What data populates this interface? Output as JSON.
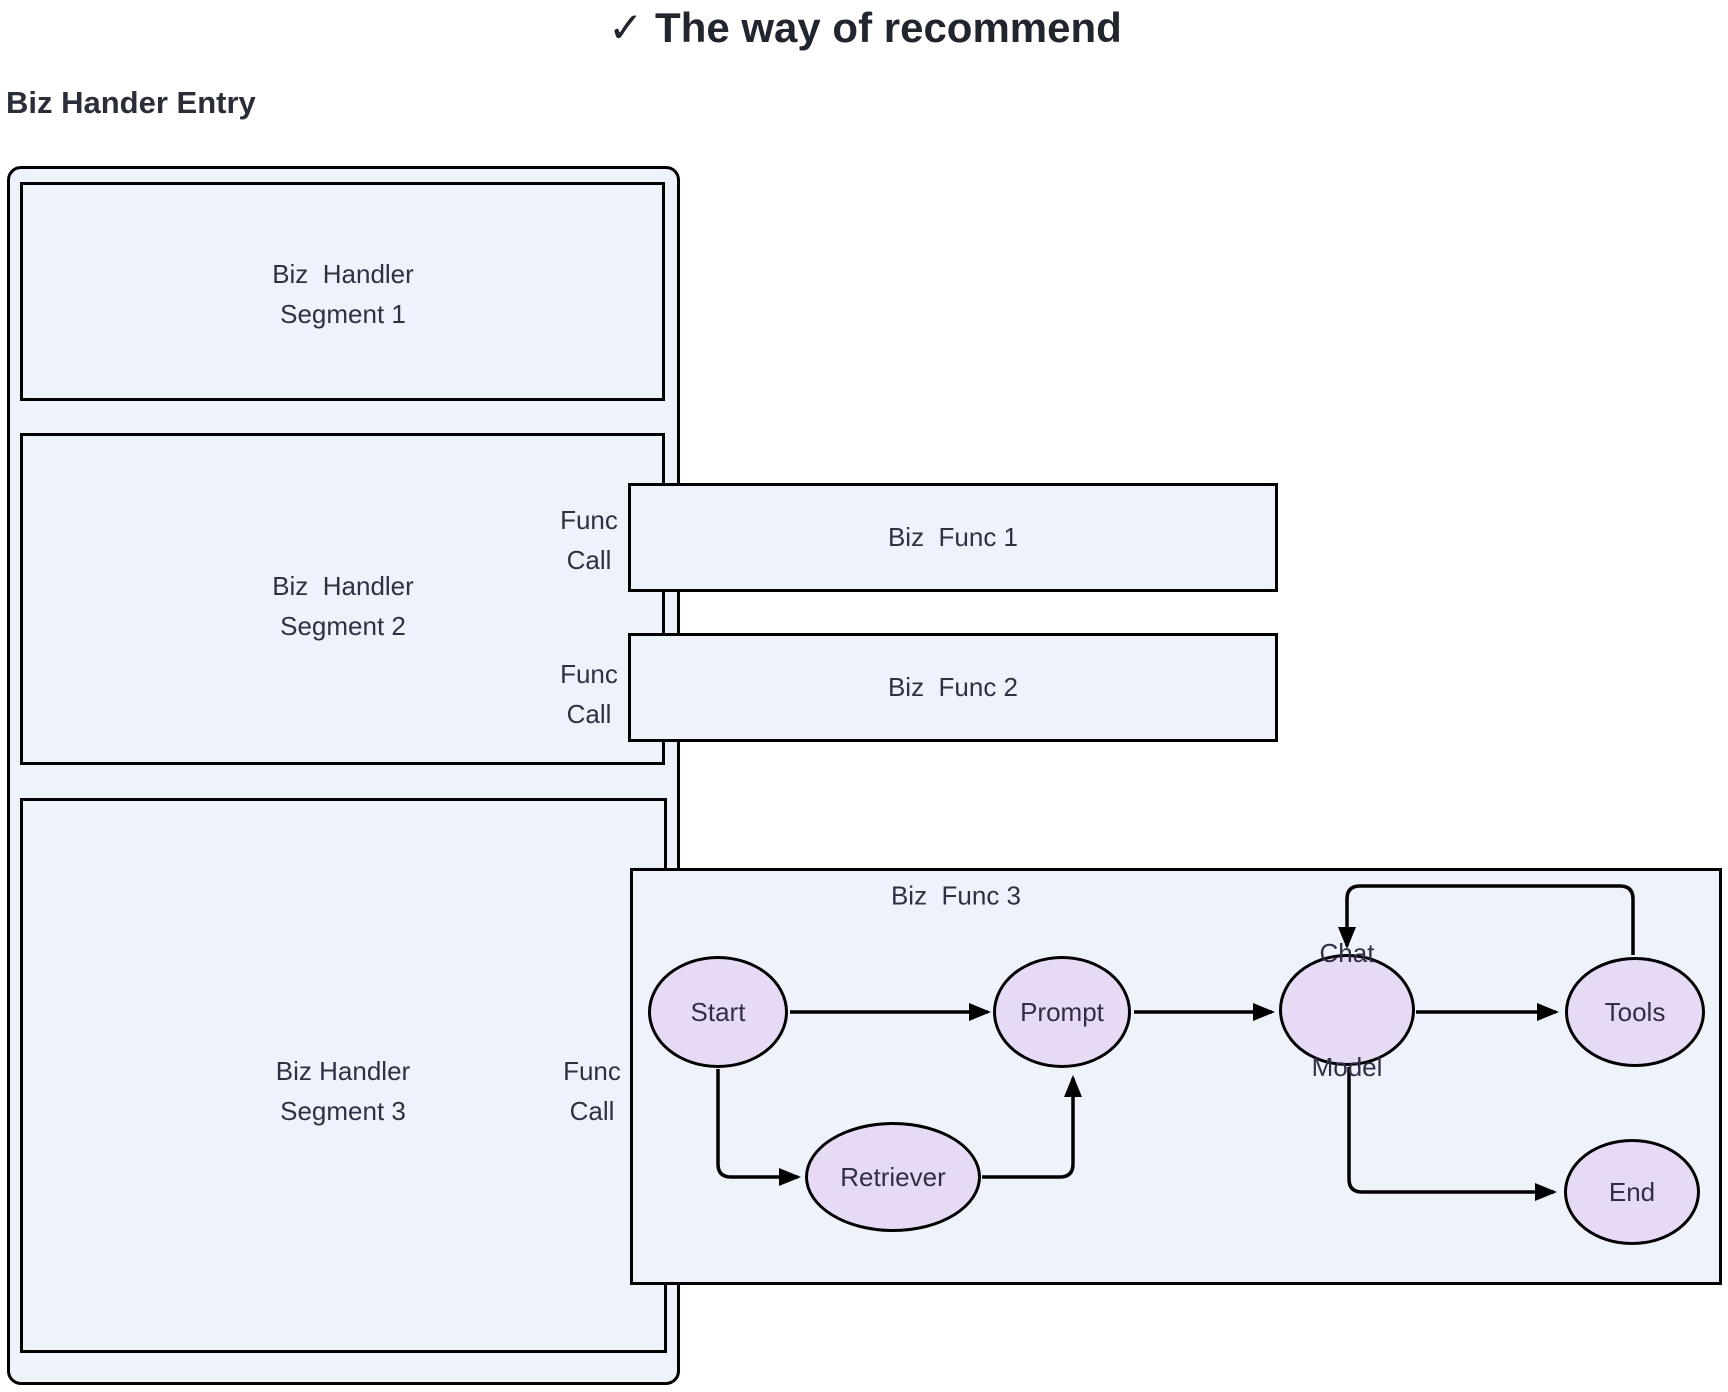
{
  "title": "✓ The way of recommend",
  "entry_label": "Biz Hander Entry",
  "colors": {
    "background": "#ffffff",
    "box_fill": "#eef2fb",
    "node_fill": "#e7daf4",
    "stroke": "#000000",
    "text": "#2d3142"
  },
  "segments": [
    {
      "id": "segment-1",
      "line1": "Biz  Handler",
      "line2": "Segment 1"
    },
    {
      "id": "segment-2",
      "line1": "Biz  Handler",
      "line2": "Segment 2"
    },
    {
      "id": "segment-3",
      "line1": "Biz Handler",
      "line2": "Segment 3"
    }
  ],
  "func_calls": [
    {
      "id": "func-call-1",
      "line1": "Func",
      "line2": "Call"
    },
    {
      "id": "func-call-2",
      "line1": "Func",
      "line2": "Call"
    },
    {
      "id": "func-call-3",
      "line1": "Func",
      "line2": "Call"
    }
  ],
  "func_boxes": [
    {
      "id": "biz-func-1",
      "label": "Biz  Func 1"
    },
    {
      "id": "biz-func-2",
      "label": "Biz  Func 2"
    },
    {
      "id": "biz-func-3",
      "label": "Biz  Func 3"
    }
  ],
  "flow_nodes": [
    {
      "id": "start",
      "label": "Start"
    },
    {
      "id": "prompt",
      "label": "Prompt"
    },
    {
      "id": "chat-model",
      "label_line1": "Chat",
      "label_line2": "Model"
    },
    {
      "id": "tools",
      "label": "Tools"
    },
    {
      "id": "retriever",
      "label": "Retriever"
    },
    {
      "id": "end",
      "label": "End"
    }
  ],
  "flow_edges": [
    {
      "from": "Start",
      "to": "Prompt"
    },
    {
      "from": "Prompt",
      "to": "Chat Model"
    },
    {
      "from": "Chat Model",
      "to": "Tools"
    },
    {
      "from": "Tools",
      "to": "Chat Model"
    },
    {
      "from": "Start",
      "to": "Retriever"
    },
    {
      "from": "Retriever",
      "to": "Prompt"
    },
    {
      "from": "Chat Model",
      "to": "End"
    }
  ]
}
